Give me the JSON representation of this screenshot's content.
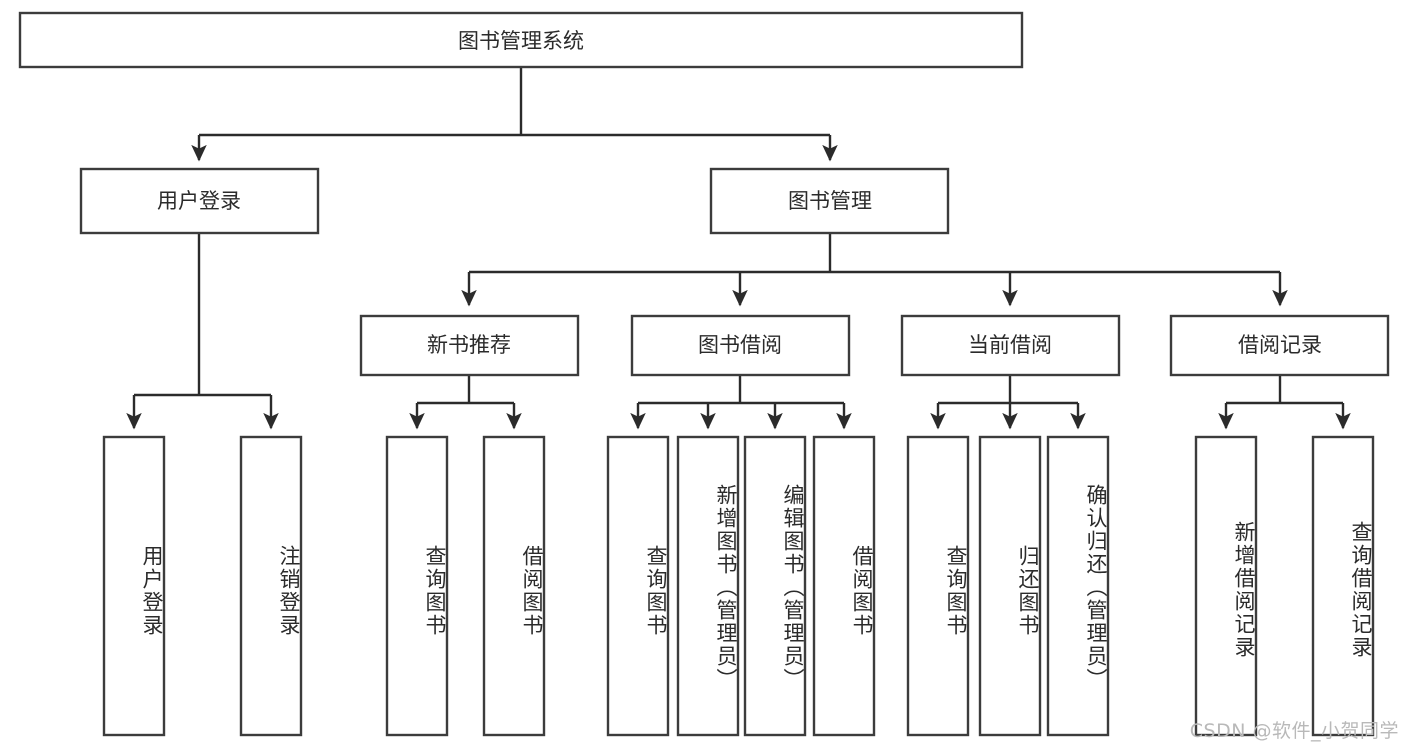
{
  "diagram": {
    "title": "图书管理系统",
    "type": "tree-hierarchy",
    "root": {
      "label": "图书管理系统"
    },
    "level2": [
      {
        "label": "用户登录"
      },
      {
        "label": "图书管理"
      }
    ],
    "level3": [
      {
        "label": "新书推荐",
        "parent": "图书管理"
      },
      {
        "label": "图书借阅",
        "parent": "图书管理"
      },
      {
        "label": "当前借阅",
        "parent": "图书管理"
      },
      {
        "label": "借阅记录",
        "parent": "图书管理"
      }
    ],
    "leaves": {
      "user_login": [
        {
          "label": "用户登录"
        },
        {
          "label": "注销登录"
        }
      ],
      "new_book_recommend": [
        {
          "label": "查询图书"
        },
        {
          "label": "借阅图书"
        }
      ],
      "book_borrow": [
        {
          "label": "查询图书"
        },
        {
          "label": "新增图书（管理员）"
        },
        {
          "label": "编辑图书（管理员）"
        },
        {
          "label": "借阅图书"
        }
      ],
      "current_borrow": [
        {
          "label": "查询图书"
        },
        {
          "label": "归还图书"
        },
        {
          "label": "确认归还（管理员）"
        }
      ],
      "borrow_records": [
        {
          "label": "新增借阅记录"
        },
        {
          "label": "查询借阅记录"
        }
      ]
    }
  },
  "watermark": {
    "text": "CSDN @软件_小贺同学"
  },
  "colors": {
    "box_stroke": "#3c3c3c",
    "connector": "#2b2b2b",
    "text": "#2b2b2b",
    "background": "#ffffff",
    "watermark": "#b9b9b9"
  }
}
